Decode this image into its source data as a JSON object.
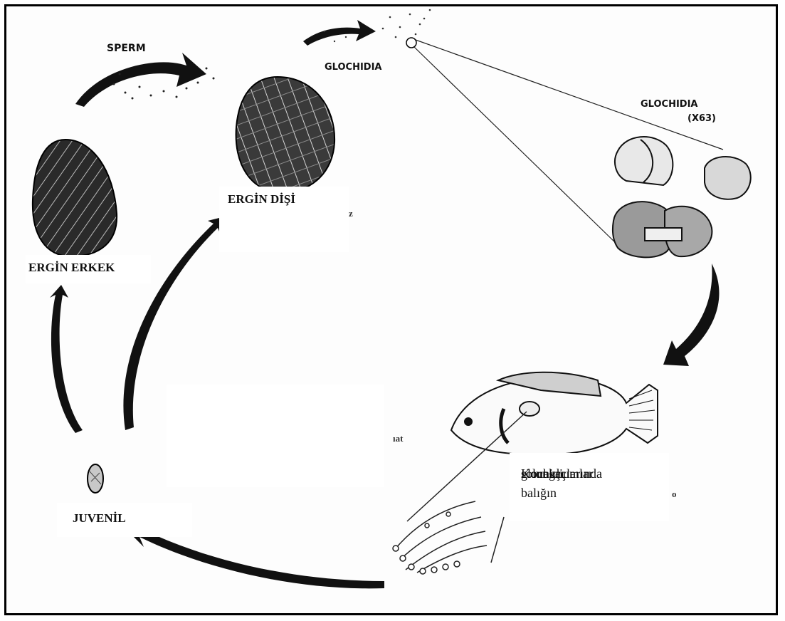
{
  "labels": {
    "sperm": "SPERM",
    "glochidia_top": "GLOCHIDIA",
    "glochidia_magnified_line1": "GLOCHIDIA",
    "glochidia_magnified_line2": "(X63)",
    "adult_female": "ERGİN DİŞİ",
    "adult_male": "ERGİN ERKEK",
    "juvenile": "JUVENİL",
    "fish_caption_line1": "Konakçı balığın",
    "fish_caption_line2": "solungaçlarında",
    "fish_caption_line3": "glochidiumlar"
  },
  "fragments": {
    "near_female": "z",
    "near_blank": "ıat",
    "near_fish": "o"
  }
}
